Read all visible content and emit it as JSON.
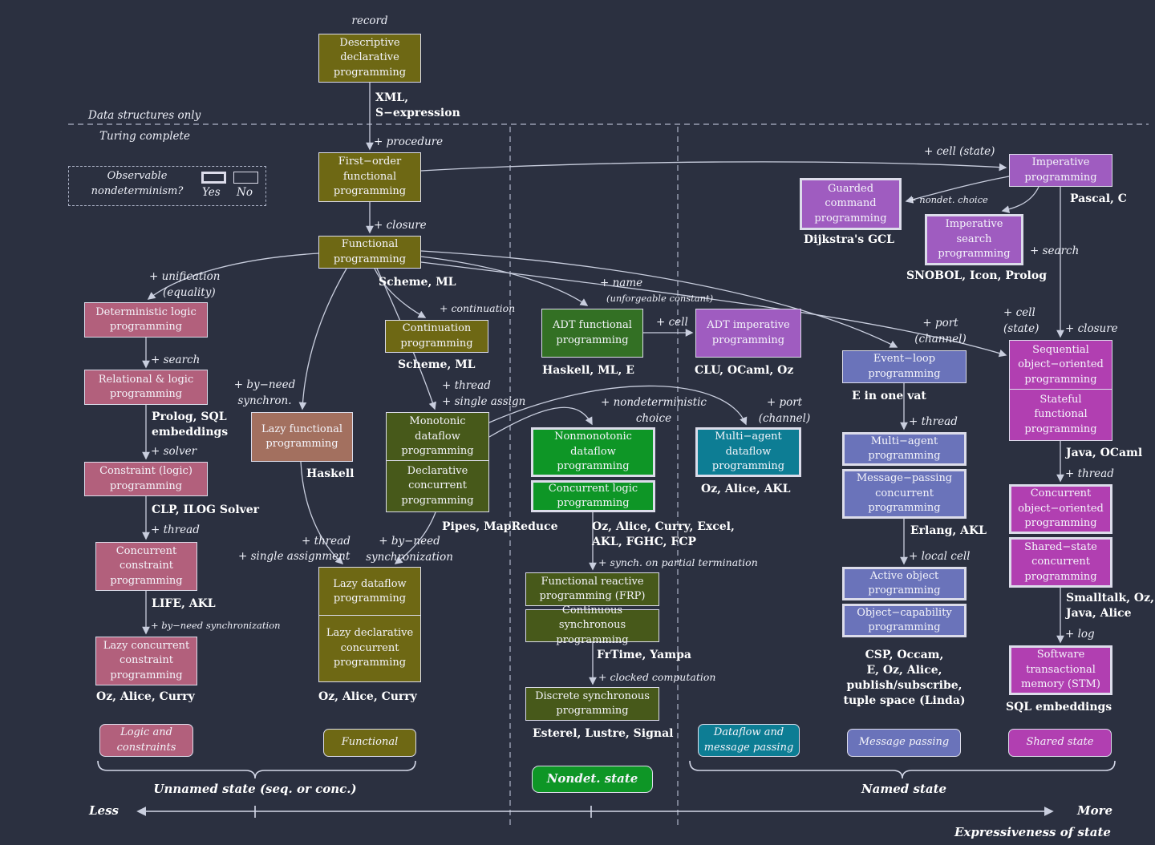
{
  "boxes": {
    "descriptive": "Descriptive declarative programming",
    "firstorder": "First−order functional programming",
    "functional": "Functional programming",
    "continuation": "Continuation programming",
    "detlogic": "Deterministic logic programming",
    "rellogic": "Relational & logic programming",
    "constraint": "Constraint (logic) programming",
    "concconstraint": "Concurrent constraint programming",
    "lazyconcconstraint": "Lazy concurrent constraint programming",
    "lazyfunctional": "Lazy functional programming",
    "monotonic": "Monotonic dataflow programming",
    "declconc": "Declarative concurrent programming",
    "adtfunc": "ADT functional programming",
    "adtimp": "ADT imperative programming",
    "nonmono": "Nonmonotonic dataflow programming",
    "conclogic": "Concurrent logic programming",
    "multiagentdf": "Multi−agent dataflow programming",
    "eventloop": "Event−loop programming",
    "multiagent": "Multi−agent programming",
    "msgpass": "Message−passing concurrent programming",
    "activeobj": "Active object programming",
    "objcap": "Object−capability programming",
    "imperative": "Imperative programming",
    "guarded": "Guarded command programming",
    "impsearch": "Imperative search programming",
    "seqoo": "Sequential object−oriented programming",
    "stateful": "Stateful functional programming",
    "concoo": "Concurrent object−oriented programming",
    "sharedst": "Shared−state concurrent programming",
    "stm": "Software transactional memory (STM)",
    "lazydf": "Lazy dataflow programming",
    "lazydecl": "Lazy declarative concurrent programming",
    "frp": "Functional reactive programming (FRP)",
    "contsync": "Continuous synchronous programming",
    "discrete": "Discrete synchronous programming"
  },
  "badges": {
    "logic": "Logic and constraints",
    "functional": "Functional",
    "dataflow": "Dataflow and message passing",
    "message": "Message passing",
    "shared": "Shared state",
    "nondet": "Nondet. state"
  },
  "captions": {
    "xml": "XML,\nS−expression",
    "scheme_ml_main": "Scheme, ML",
    "scheme_ml_cont": "Scheme, ML",
    "haskell": "Haskell",
    "pipes": "Pipes, MapReduce",
    "prolog_sql": "Prolog, SQL\nembeddings",
    "clp_ilog": "CLP, ILOG Solver",
    "life_akl": "LIFE, AKL",
    "oz_alice_curry_left": "Oz, Alice, Curry",
    "oz_alice_curry_mid": "Oz, Alice, Curry",
    "haskell_ml_e": "Haskell, ML, E",
    "clu_ocaml_oz": "CLU, OCaml, Oz",
    "oz_excel": "Oz, Alice, Curry, Excel,\nAKL, FGHC, FCP",
    "oz_alice_akl": "Oz, Alice, AKL",
    "e_one_vat": "E in one vat",
    "erlang_akl": "Erlang, AKL",
    "csp": "CSP, Occam,\nE, Oz, Alice,\npublish/subscribe,\ntuple space (Linda)",
    "pascal_c": "Pascal, C",
    "dijkstra": "Dijkstra's GCL",
    "snobol": "SNOBOL, Icon, Prolog",
    "java_ocaml": "Java, OCaml",
    "smalltalk": "Smalltalk, Oz,\nJava, Alice",
    "sql_embeddings": "SQL embeddings",
    "frtime": "FrTime, Yampa",
    "esterel": "Esterel, Lustre, Signal"
  },
  "labels": {
    "record": "record",
    "data_structures_only": "Data structures only",
    "turing_complete": "Turing complete",
    "plus_procedure": "+ procedure",
    "plus_closure": "+ closure",
    "plus_cell_state_top": "+ cell (state)",
    "plus_nondet_choice": "+ nondet. choice",
    "plus_search_imp": "+ search",
    "plus_unification": "+ unification",
    "equality": "(equality)",
    "plus_search": "+ search",
    "plus_solver": "+ solver",
    "plus_thread_l": "+ thread",
    "plus_byneed_small": "+ by−need synchronization",
    "plus_continuation": "+ continuation",
    "plus_byneed_synchron": "+ by−need\nsynchron.",
    "plus_thread_m": "+ thread",
    "plus_single_assign": "+ single assign",
    "plus_name": "+ name",
    "unforgeable": "(unforgeable constant)",
    "plus_cell": "+ cell",
    "plus_nondet2": "+ nondeterministic\nchoice",
    "plus_port1": "+ port\n(channel)",
    "plus_port2": "+ port\n(channel)",
    "plus_thread_evt": "+ thread",
    "plus_local_cell": "+ local cell",
    "plus_cell_state_r": "+ cell\n(state)",
    "plus_closure_r": "+ closure",
    "plus_thread_r": "+ thread",
    "plus_log": "+ log",
    "plus_thread_lazy": "+ thread",
    "plus_single_assignment": "+ single assignment",
    "plus_byneed2": "+ by−need\nsynchronization",
    "plus_synch_partial": "+ synch. on partial termination",
    "plus_clocked": "+ clocked computation",
    "legend_title": "Observable\nnondeterminism?",
    "legend_yes": "Yes",
    "legend_no": "No",
    "unnamed_state": "Unnamed state (seq. or conc.)",
    "named_state": "Named state",
    "less": "Less",
    "more": "More",
    "expressiveness": "Expressiveness of state"
  }
}
